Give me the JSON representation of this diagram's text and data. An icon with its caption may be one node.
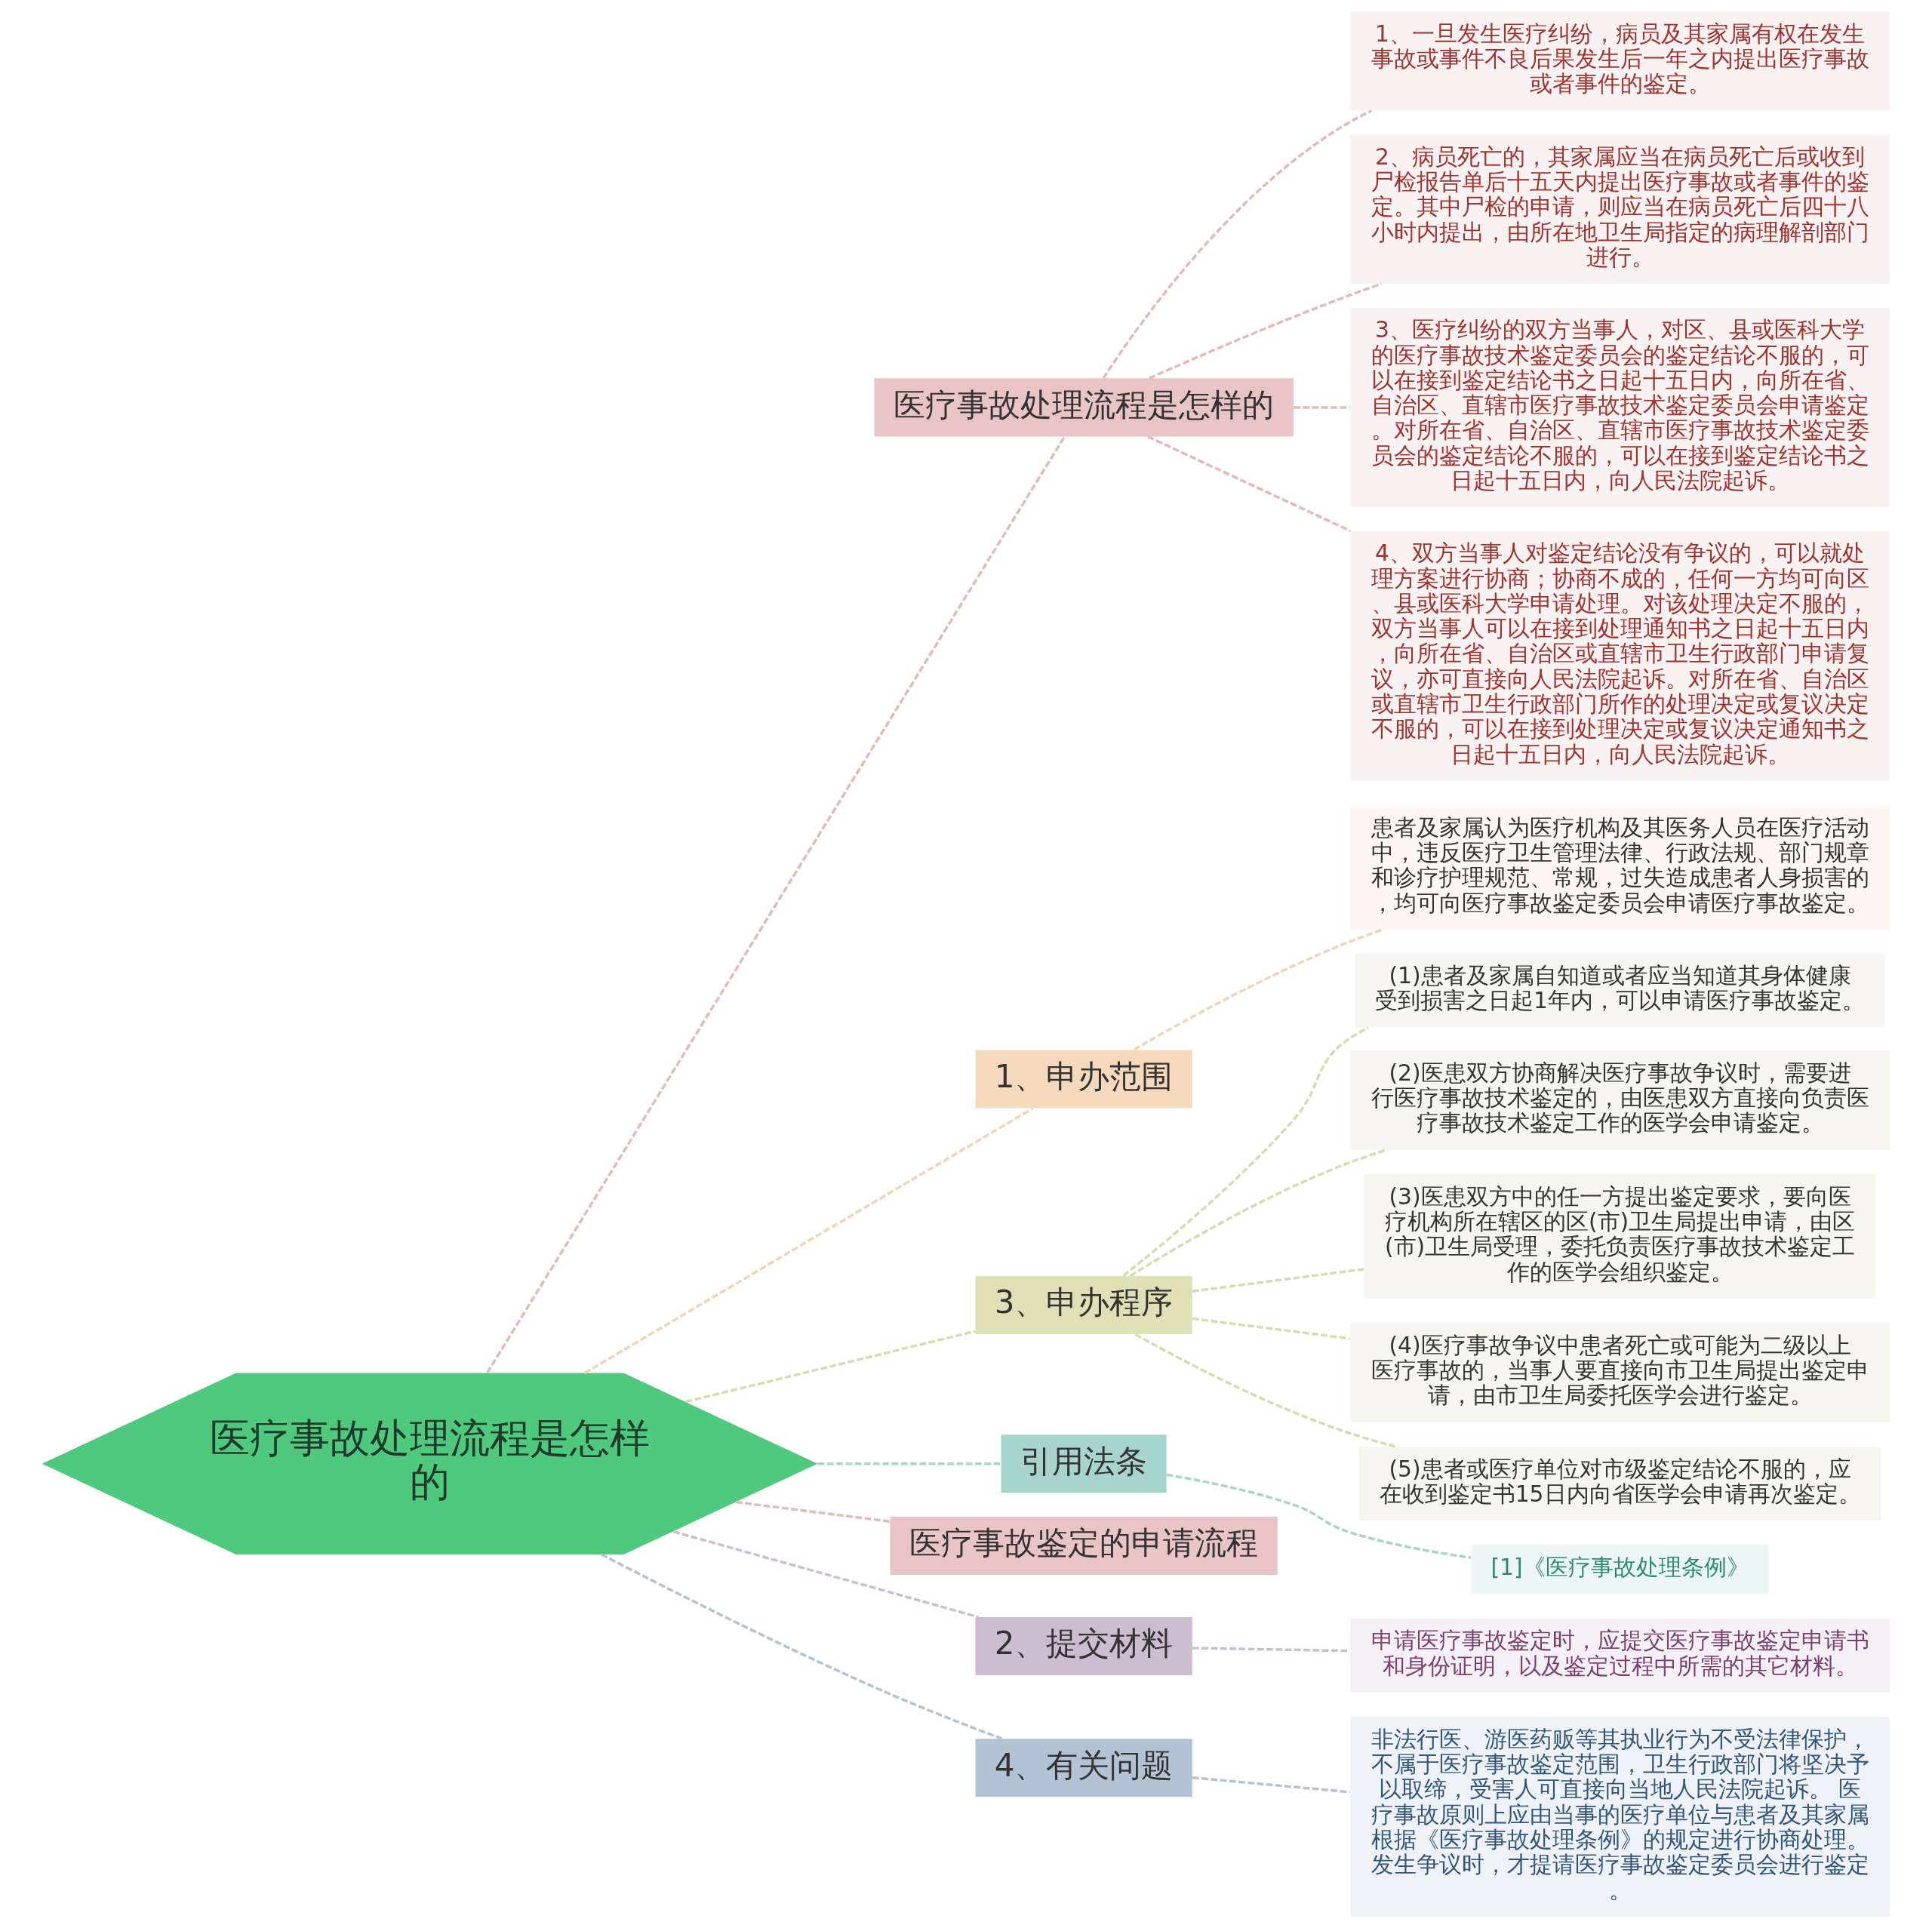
{
  "diagram": {
    "nodes": [
      {
        "text": [
          "医疗事故处理流程是怎样的"
        ]
      },
      {
        "text": [
          "医疗事故处理流程是怎样的"
        ]
      },
      {
        "text": [
          "1、一旦发生医疗纠纷，病员及其家属有权在发生事故或事件不良后果发生后一年之内提出医疗事故或者事件的鉴定。"
        ]
      },
      {
        "text": [
          "2、病员死亡的，其家属应当在病员死亡后或收到尸检报告单后十五天内提出医疗事故或者事件的鉴定。其中尸检的申请，则应当在病员死亡后四十八小时内提出，由所在地卫生局指定的病理解剖部门进行。"
        ]
      },
      {
        "text": [
          "3、医疗纠纷的双方当事人，对区、县或医科大学的医疗事故技术鉴定委员会的鉴定结论不服的，可以在接到鉴定结论书之日起十五日内，向所在省、自治区、直辖市医疗事故技术鉴定委员会申请鉴定。对所在省、自治区、直辖市医疗事故技术鉴定委员会的鉴定结论不服的，可以在接到鉴定结论书之日起十五日内，向人民法院起诉。"
        ]
      },
      {
        "text": [
          "4、双方当事人对鉴定结论没有争议的，可以就处理方案进行协商；协商不成的，任何一方均可向区、县或医科大学申请处理。对该处理决定不服的，双方当事人可以在接到处理通知书之日起十五日内，向所在省、自治区或直辖市卫生行政部门申请复议，亦可直接向人民法院起诉。对所在省、自治区或直辖市卫生行政部门所作的处理决定或复议决定不服的，可以在接到处理决定或复议决定通知书之日起十五日内，向人民法院起诉。"
        ]
      },
      {
        "text": [
          "1、申办范围"
        ]
      },
      {
        "text": [
          "患者及家属认为医疗机构及其医务人员在医疗活动中，违反医疗卫生管理法律、行政法规、部门规章和诊疗护理规范、常规，过失造成患者人身损害的，均可向医疗事故鉴定委员会申请医疗事故鉴定。"
        ]
      },
      {
        "text": [
          "3、申办程序"
        ]
      },
      {
        "text": [
          "(1)患者及家属自知道或者应当知道其身体健康受到损害之日起1年内，可以申请医疗事故鉴定。"
        ]
      },
      {
        "text": [
          "(2)医患双方协商解决医疗事故争议时，需要进行医疗事故技术鉴定的，由医患双方直接向负责医疗事故技术鉴定工作的医学会申请鉴定。"
        ]
      },
      {
        "text": [
          "(3)医患双方中的任一方提出鉴定要求，要向医疗机构所在辖区的区(市)卫生局提出申请，由区(市)卫生局受理，委托负责医疗事故技术鉴定工作的医学会组织鉴定。"
        ]
      },
      {
        "text": [
          "(4)医疗事故争议中患者死亡或可能为二级以上医疗事故的，当事人要直接向市卫生局提出鉴定申请，由市卫生局委托医学会进行鉴定。"
        ]
      },
      {
        "text": [
          "(5)患者或医疗单位对市级鉴定结论不服的，应在收到鉴定书15日内向省医学会申请再次鉴定。"
        ]
      },
      {
        "text": [
          "引用法条"
        ]
      },
      {
        "text": [
          "[1]《医疗事故处理条例》"
        ]
      },
      {
        "text": [
          "医疗事故鉴定的申请流程"
        ]
      },
      {
        "text": [
          "2、提交材料"
        ]
      },
      {
        "text": [
          "申请医疗事故鉴定时，应提交医疗事故鉴定申请书和身份证明，以及鉴定过程中所需的其它材料。"
        ]
      },
      {
        "text": [
          "4、有关问题"
        ]
      },
      {
        "text": [
          "非法行医、游医药贩等其执业行为不受法律保护，不属于医疗事故鉴定范围，卫生行政部门将坚决予以取缔，受害人可直接向当地人民法院起诉。 医疗事故原则上应由当事的医疗单位与患者及其家属根据《医疗事故处理条例》的规定进行协商处理。发生争议时，才提请医疗事故鉴定委员会进行鉴定。"
        ]
      }
    ],
    "edges": [
      {
        "from": 0,
        "to": 1,
        "arrow": "none",
        "style": "dashed",
        "color": "#e3b9b9"
      },
      {
        "from": 1,
        "to": 2,
        "arrow": "none",
        "style": "dashed",
        "color": "#e3b9b9"
      },
      {
        "from": 1,
        "to": 3,
        "arrow": "none",
        "style": "dashed",
        "color": "#e3b9b9"
      },
      {
        "from": 1,
        "to": 4,
        "arrow": "none",
        "style": "dashed",
        "color": "#e3b9b9"
      },
      {
        "from": 1,
        "to": 5,
        "arrow": "none",
        "style": "dashed",
        "color": "#e3b9b9"
      },
      {
        "from": 0,
        "to": 6,
        "arrow": "none",
        "style": "dashed",
        "color": "#f2d3b3"
      },
      {
        "from": 6,
        "to": 7,
        "arrow": "none",
        "style": "dashed",
        "color": "#f2d3b3"
      },
      {
        "from": 0,
        "to": 8,
        "arrow": "none",
        "style": "dashed",
        "color": "#d8dab0"
      },
      {
        "from": 8,
        "to": 9,
        "arrow": "none",
        "style": "dashed",
        "color": "#d8dab0"
      },
      {
        "from": 8,
        "to": 10,
        "arrow": "none",
        "style": "dashed",
        "color": "#d8dab0"
      },
      {
        "from": 8,
        "to": 11,
        "arrow": "none",
        "style": "dashed",
        "color": "#d8dab0"
      },
      {
        "from": 8,
        "to": 12,
        "arrow": "none",
        "style": "dashed",
        "color": "#d8dab0"
      },
      {
        "from": 8,
        "to": 13,
        "arrow": "none",
        "style": "dashed",
        "color": "#d8dab0"
      },
      {
        "from": 0,
        "to": 14,
        "arrow": "none",
        "style": "dashed",
        "color": "#a8d5cb"
      },
      {
        "from": 14,
        "to": 15,
        "arrow": "none",
        "style": "dashed",
        "color": "#a8d5cb"
      },
      {
        "from": 0,
        "to": 16,
        "arrow": "none",
        "style": "dashed",
        "color": "#e3b9b9"
      },
      {
        "from": 0,
        "to": 17,
        "arrow": "none",
        "style": "dashed",
        "color": "#cdbdd0"
      },
      {
        "from": 17,
        "to": 18,
        "arrow": "none",
        "style": "dashed",
        "color": "#cdbdd0"
      },
      {
        "from": 0,
        "to": 19,
        "arrow": "none",
        "style": "dashed",
        "color": "#b3c3d3"
      },
      {
        "from": 19,
        "to": 20,
        "arrow": "none",
        "style": "dashed",
        "color": "#b3c3d3"
      }
    ]
  }
}
